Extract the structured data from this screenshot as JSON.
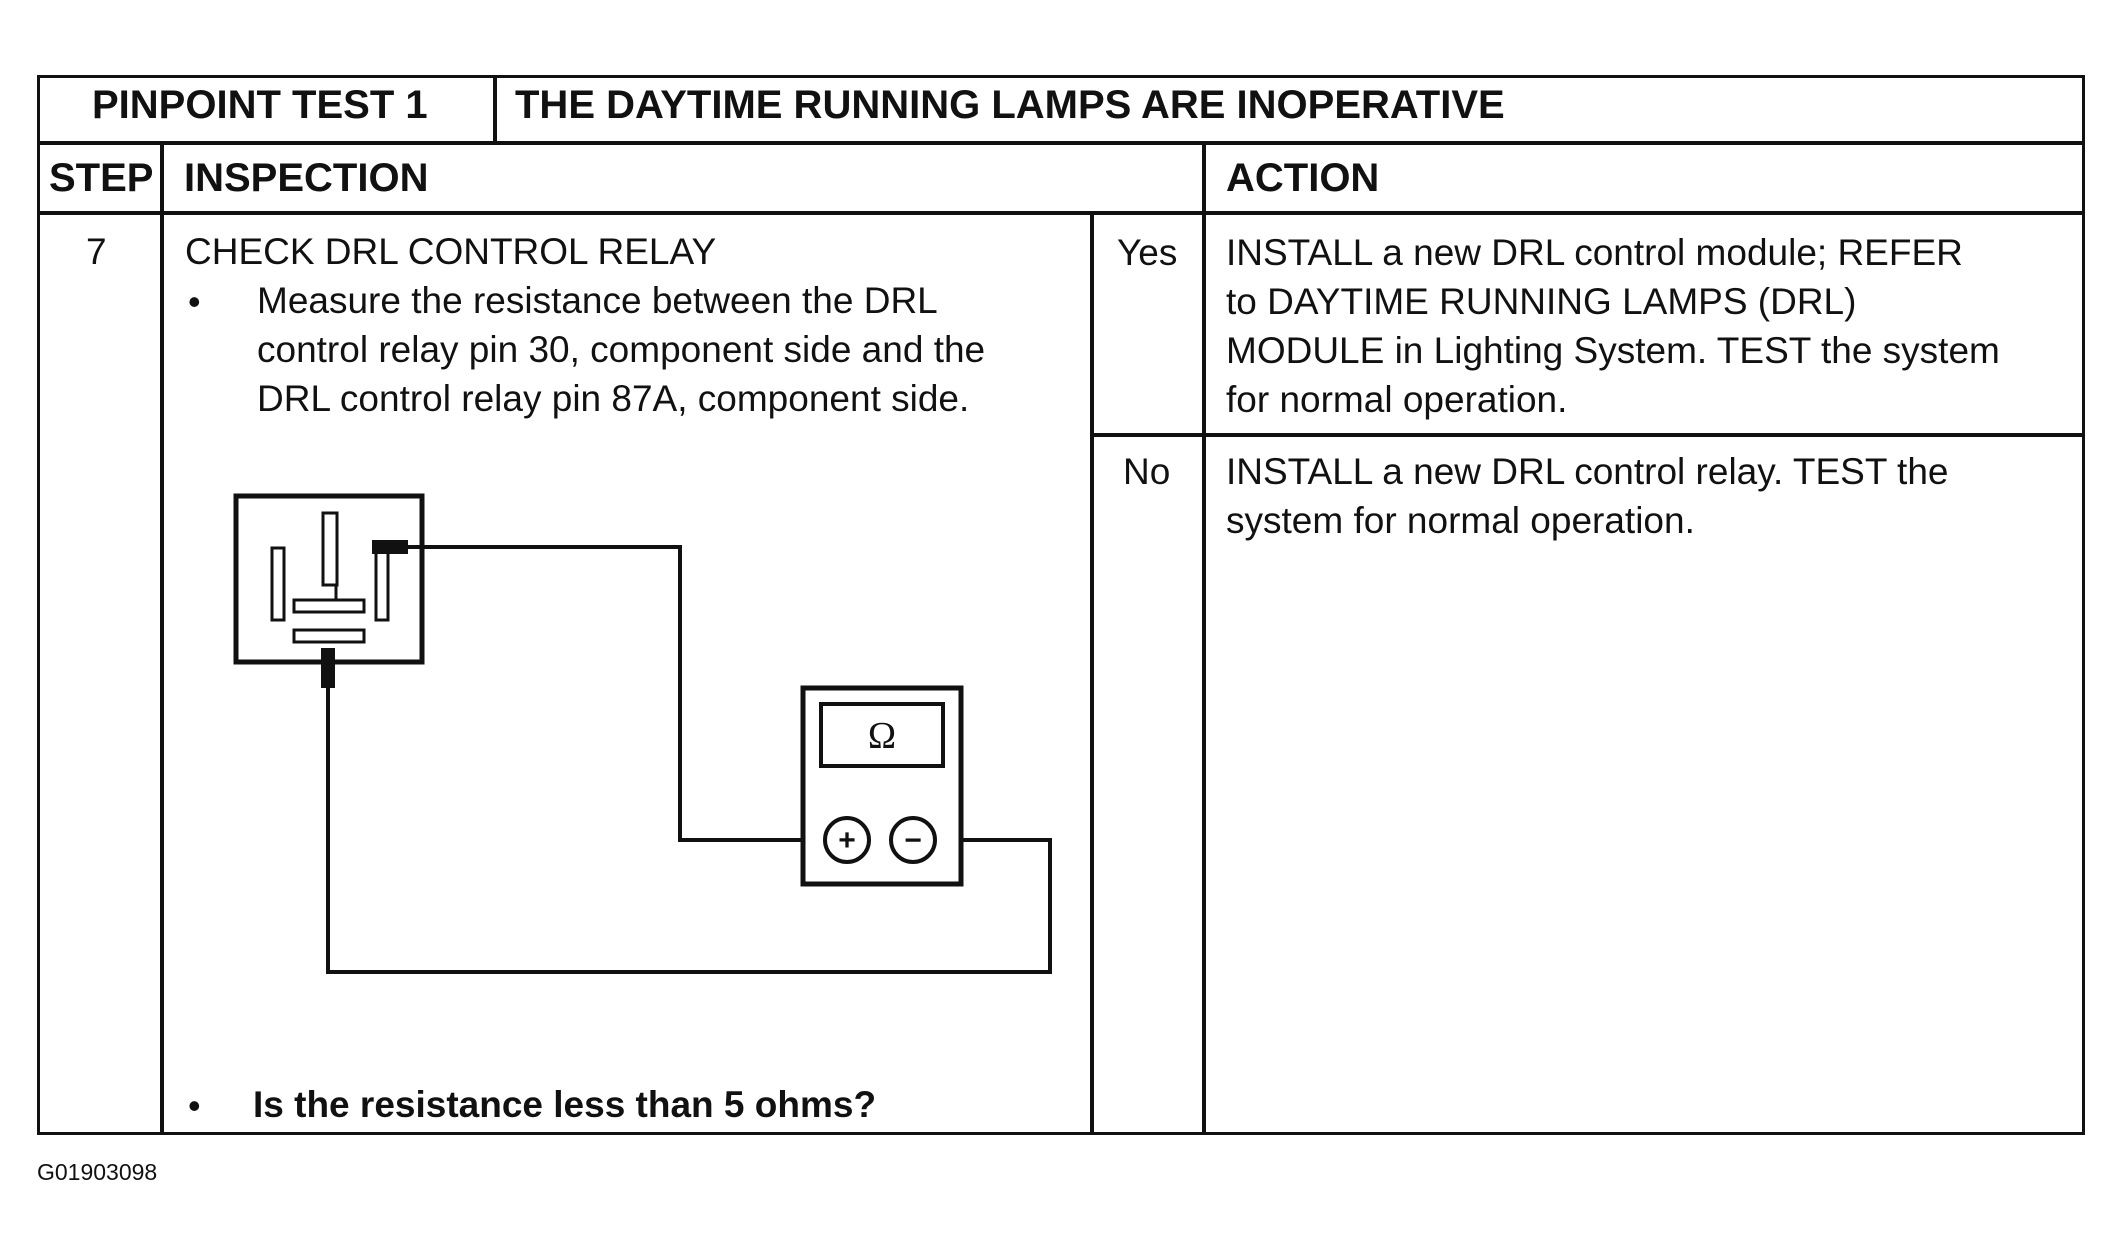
{
  "header": {
    "test_label": "PINPOINT TEST 1",
    "test_title": "THE DAYTIME RUNNING LAMPS ARE INOPERATIVE"
  },
  "columns": {
    "step": "STEP",
    "inspection": "INSPECTION",
    "action": "ACTION"
  },
  "step": {
    "number": "7",
    "title": "CHECK DRL CONTROL RELAY",
    "instruction_lines": [
      "Measure the resistance between the DRL",
      "control relay pin 30, component side and the",
      "DRL control relay pin 87A, component side."
    ],
    "question": "Is the resistance less than 5 ohms?"
  },
  "bullet_glyph": "•",
  "answers": [
    {
      "label": "Yes",
      "lines": [
        "INSTALL a new DRL control module; REFER",
        "to DAYTIME RUNNING LAMPS (DRL)",
        "MODULE in Lighting System. TEST the system",
        "for normal operation."
      ]
    },
    {
      "label": "No",
      "lines": [
        "INSTALL a new DRL control relay.  TEST the",
        "system for normal operation."
      ]
    }
  ],
  "meter": {
    "display": "Ω",
    "plus": "+",
    "minus": "−"
  },
  "figure_id": "G01903098"
}
